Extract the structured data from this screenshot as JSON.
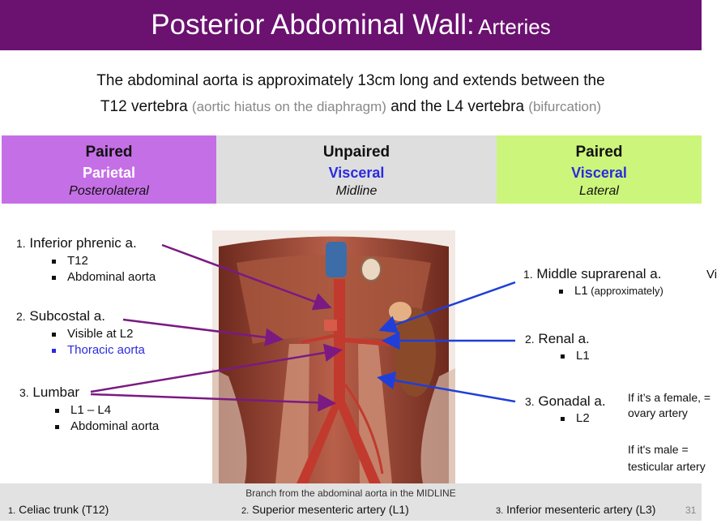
{
  "title": {
    "main": "Posterior Abdominal Wall:",
    "sub": "Arteries"
  },
  "intro": {
    "line1": "The abdominal aorta is approximately 13cm long and extends between the",
    "line2_a": "T12 vertebra ",
    "line2_b": "(aortic hiatus on the diaphragm)",
    "line2_c": " and the L4 vertebra ",
    "line2_d": "(bifurcation)"
  },
  "columns": [
    {
      "heading": "Paired",
      "type": "Parietal",
      "position": "Posterolateral"
    },
    {
      "heading": "Unpaired",
      "type": "Visceral",
      "position": "Midline"
    },
    {
      "heading": "Paired",
      "type": "Visceral",
      "position": "Lateral"
    }
  ],
  "left_items": [
    {
      "num": "1.",
      "label": "Inferior phrenic a.",
      "details": [
        "T12",
        "Abdominal aorta"
      ]
    },
    {
      "num": "2.",
      "label": "Subcostal a.",
      "details": [
        "Visible at L2",
        "Thoracic aorta"
      ]
    },
    {
      "num": "3.",
      "label": "Lumbar",
      "details": [
        "L1 – L4",
        "Abdominal aorta"
      ]
    }
  ],
  "right_items": [
    {
      "num": "1.",
      "label": "Middle suprarenal a.",
      "details": [
        "L1"
      ],
      "detail_note": " (approximately)"
    },
    {
      "num": "2.",
      "label": "Renal a.",
      "details": [
        "L1"
      ]
    },
    {
      "num": "3.",
      "label": "Gonadal a.",
      "details": [
        "L2"
      ]
    }
  ],
  "cut_text": "Vi",
  "notes": {
    "female_1": "If it’s a female, =",
    "female_2": "ovary artery",
    "male_1": "If it's male =",
    "male_2": "testicular artery"
  },
  "footer": {
    "caption": "Branch from the abdominal aorta in the MIDLINE",
    "items": [
      {
        "num": "1.",
        "label": "Celiac trunk  (T12)"
      },
      {
        "num": "2.",
        "label": "Superior mesenteric artery  (L1)"
      },
      {
        "num": "3.",
        "label": "Inferior mesenteric artery  (L3)"
      }
    ],
    "page": "31"
  },
  "colors": {
    "title_bg": "#6b1170",
    "parietal_bg": "#c56fe6",
    "unpaired_bg": "#dedede",
    "lateral_bg": "#ccf57b",
    "arrow_purple": "#7a1a82",
    "arrow_blue": "#1f3fd8"
  }
}
